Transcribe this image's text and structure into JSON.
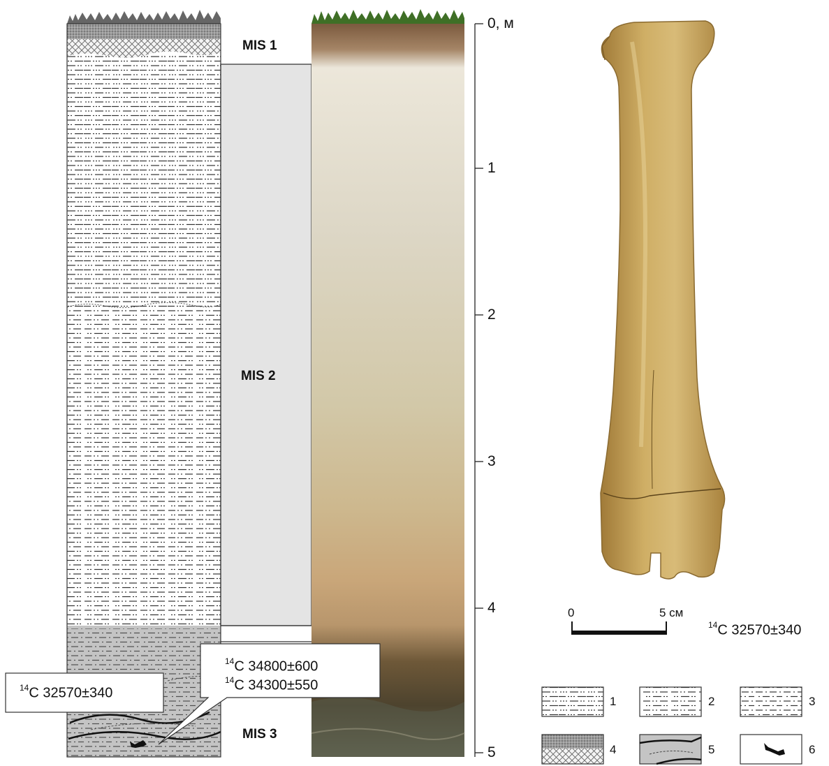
{
  "column": {
    "mis_labels": [
      "MIS 1",
      "MIS 2",
      "MIS 3"
    ],
    "depth_ticks": [
      "0, м",
      "1",
      "2",
      "3",
      "4",
      "5"
    ]
  },
  "dates": {
    "callout_left": {
      "sup": "14",
      "text": "C  32570±340"
    },
    "callout_right": [
      {
        "sup": "14",
        "text": "C  34800±600"
      },
      {
        "sup": "14",
        "text": "C  34300±550"
      }
    ],
    "bone": {
      "sup": "14",
      "text": "C 32570±340"
    }
  },
  "scale_bar": {
    "start": "0",
    "end": "5 см"
  },
  "legend": [
    "1",
    "2",
    "3",
    "4",
    "5",
    "6"
  ],
  "colors": {
    "mis_band": "#e4e4e4",
    "mis3_unit": "#c4c4c4",
    "grass": "#3f6f26",
    "bone": "#c9a455"
  }
}
